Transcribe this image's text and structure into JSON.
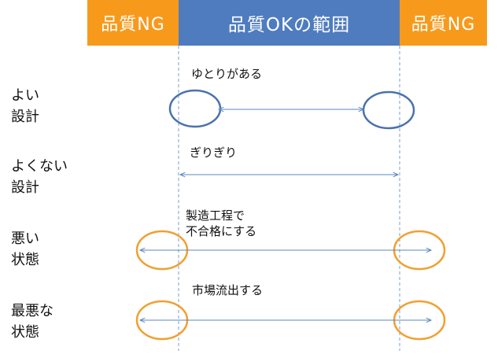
{
  "header": {
    "ng_left": "品質NG",
    "ok_range": "品質OKの範囲",
    "ng_right": "品質NG"
  },
  "rows": [
    {
      "label": "よい\n設計",
      "note": "ゆとりがある"
    },
    {
      "label": "よくない\n設計",
      "note": "ぎりぎり"
    },
    {
      "label": "悪い\n状態",
      "note": "製造工程で\n不合格にする"
    },
    {
      "label": "最悪な\n状態",
      "note": "市場流出する"
    }
  ],
  "colors": {
    "ok_band": "#4f7cbe",
    "ng_band": "#f79a1c",
    "ok_circle": "#4a72ad",
    "ng_circle": "#f0a030",
    "arrow": "#5b87c2"
  }
}
